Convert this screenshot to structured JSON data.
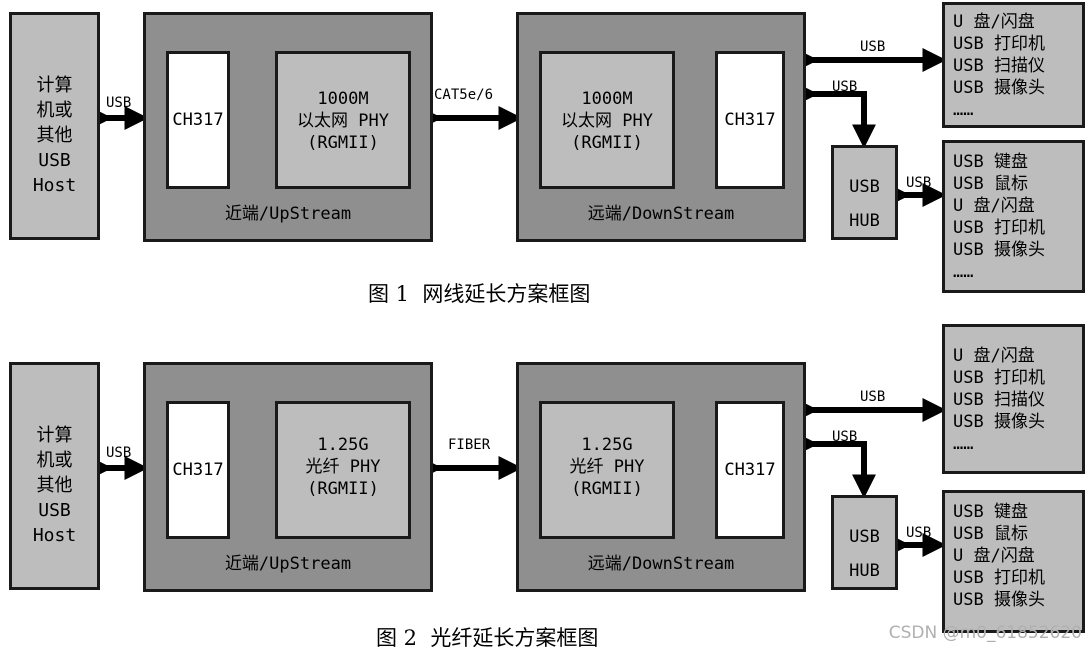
{
  "figure1": {
    "host_label": "计算\n机或\n其他\nUSB\nHost",
    "link_host_usb": "USB",
    "near_chip": "CH317",
    "near_phy": "1000M\n以太网 PHY\n(RGMII)",
    "near_label": "近端/UpStream",
    "cable_label": "CAT5e/6",
    "far_phy": "1000M\n以太网 PHY\n(RGMII)",
    "far_chip": "CH317",
    "far_label": "远端/DownStream",
    "link_dev_usb": "USB",
    "link_hub_usb_down": "USB",
    "hub_label": "USB\nHUB",
    "link_hub_dev_usb": "USB",
    "devices_direct": "U 盘/闪盘\nUSB 打印机\nUSB 扫描仪\nUSB 摄像头\n……",
    "devices_hub": "USB 键盘\nUSB 鼠标\nU 盘/闪盘\nUSB 打印机\nUSB 摄像头\n……",
    "caption": "图 1  网线延长方案框图"
  },
  "figure2": {
    "host_label": "计算\n机或\n其他\nUSB\nHost",
    "link_host_usb": "USB",
    "near_chip": "CH317",
    "near_phy": "1.25G\n光纤 PHY\n(RGMII)",
    "near_label": "近端/UpStream",
    "cable_label": "FIBER",
    "far_phy": "1.25G\n光纤 PHY\n(RGMII)",
    "far_chip": "CH317",
    "far_label": "远端/DownStream",
    "link_dev_usb": "USB",
    "link_hub_usb_down": "USB",
    "hub_label": "USB\nHUB",
    "link_hub_dev_usb": "USB",
    "devices_direct": "U 盘/闪盘\nUSB 打印机\nUSB 扫描仪\nUSB 摄像头\n……",
    "devices_hub": "USB 键盘\nUSB 鼠标\nU 盘/闪盘\nUSB 打印机\nUSB 摄像头",
    "caption": "图 2  光纤延长方案框图"
  },
  "watermark": "CSDN @m0_61852620"
}
